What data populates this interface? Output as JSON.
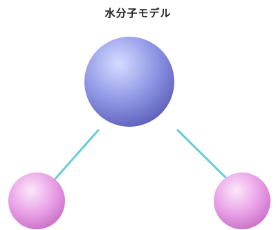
{
  "title": "水分子モデル",
  "colors": {
    "oxygen_light": "#d6dcff",
    "oxygen_mid": "#8f97e6",
    "oxygen_dark": "#5d5fb8",
    "hydrogen_light": "#fbe7fb",
    "hydrogen_mid": "#e9a0e6",
    "hydrogen_dark": "#c76bc6",
    "bond": "#66ccd9"
  },
  "model": {
    "atoms": [
      {
        "element": "oxygen"
      },
      {
        "element": "hydrogen"
      },
      {
        "element": "hydrogen"
      }
    ],
    "bonds": 2
  }
}
